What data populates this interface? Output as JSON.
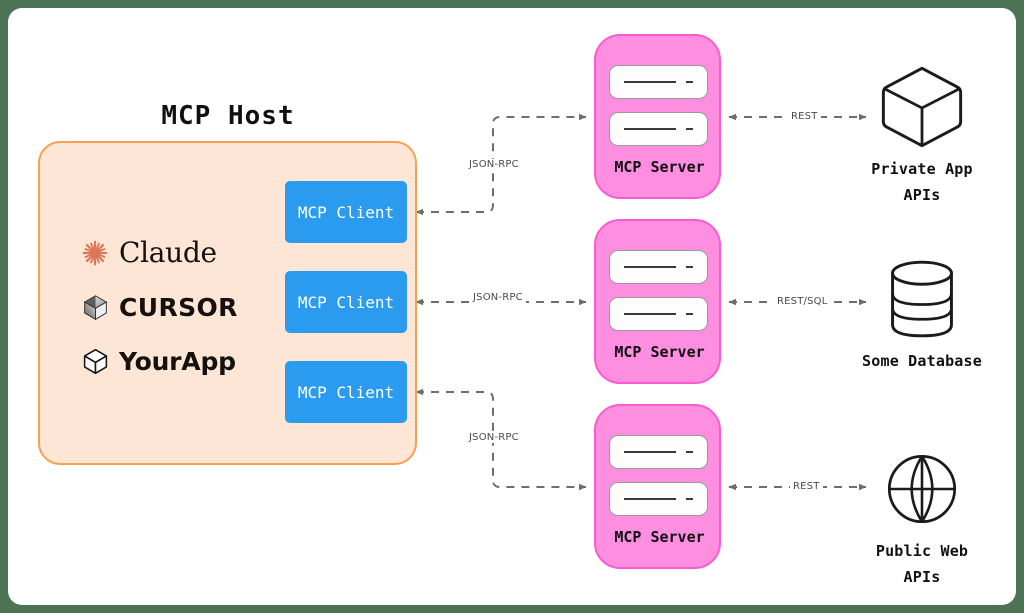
{
  "page": {
    "background_color": "#4d7355",
    "card_color": "#ffffff"
  },
  "host": {
    "title": "MCP Host",
    "fill_color": "#fde6d6",
    "border_color": "#f5a14f",
    "apps": [
      {
        "label": "Claude",
        "icon": "claude-asterisk-icon"
      },
      {
        "label": "CURSOR",
        "icon": "cursor-cube-icon"
      },
      {
        "label": "YourApp",
        "icon": "generic-cube-icon"
      }
    ],
    "clients": [
      {
        "label": "MCP Client"
      },
      {
        "label": "MCP Client"
      },
      {
        "label": "MCP Client"
      }
    ],
    "client_color": "#2b9bf0"
  },
  "servers": {
    "fill_color": "#fd8ee0",
    "border_color": "#fb5ccd",
    "items": [
      {
        "label": "MCP Server"
      },
      {
        "label": "MCP Server"
      },
      {
        "label": "MCP Server"
      }
    ]
  },
  "endpoints": [
    {
      "icon": "cube-icon",
      "line1": "Private App",
      "line2": "APIs"
    },
    {
      "icon": "database-icon",
      "line1": "Some Database",
      "line2": ""
    },
    {
      "icon": "globe-icon",
      "line1": "Public Web",
      "line2": "APIs"
    }
  ],
  "connections": {
    "host_to_server": [
      {
        "label": "JSON-RPC",
        "style": "elbow-up",
        "direction": "bidirectional"
      },
      {
        "label": "JSON-RPC",
        "style": "straight",
        "direction": "bidirectional"
      },
      {
        "label": "JSON-RPC",
        "style": "elbow-down",
        "direction": "bidirectional"
      }
    ],
    "server_to_endpoint": [
      {
        "label": "REST",
        "direction": "bidirectional"
      },
      {
        "label": "REST/SQL",
        "direction": "bidirectional"
      },
      {
        "label": "REST",
        "direction": "bidirectional"
      }
    ],
    "line_color": "#6e6e6e"
  }
}
